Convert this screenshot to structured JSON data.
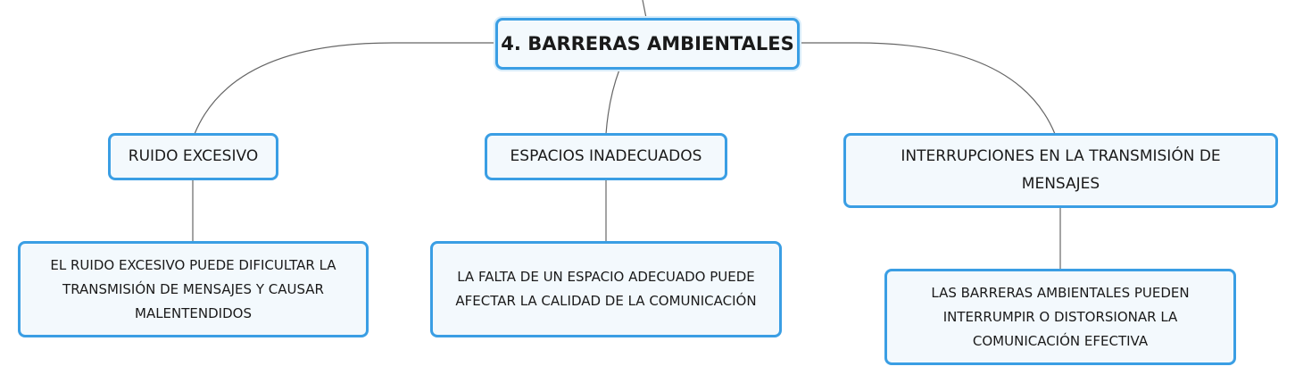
{
  "mindmap": {
    "root": {
      "label": "4. BARRERAS AMBIENTALES"
    },
    "branches": [
      {
        "topic": "RUIDO EXCESIVO",
        "detail": "EL RUIDO EXCESIVO PUEDE DIFICULTAR LA TRANSMISIÓN DE MENSAJES Y CAUSAR MALENTENDIDOS"
      },
      {
        "topic": "ESPACIOS INADECUADOS",
        "detail": "LA FALTA DE UN ESPACIO ADECUADO PUEDE AFECTAR LA CALIDAD DE LA COMUNICACIÓN"
      },
      {
        "topic": "INTERRUPCIONES EN LA TRANSMISIÓN DE MENSAJES",
        "detail": "LAS BARRERAS AMBIENTALES PUEDEN INTERRUMPIR O DISTORSIONAR LA COMUNICACIÓN EFECTIVA"
      }
    ],
    "colors": {
      "node_border": "#3a9ee4",
      "node_fill": "#f3f9fd",
      "connector": "#666666"
    }
  }
}
